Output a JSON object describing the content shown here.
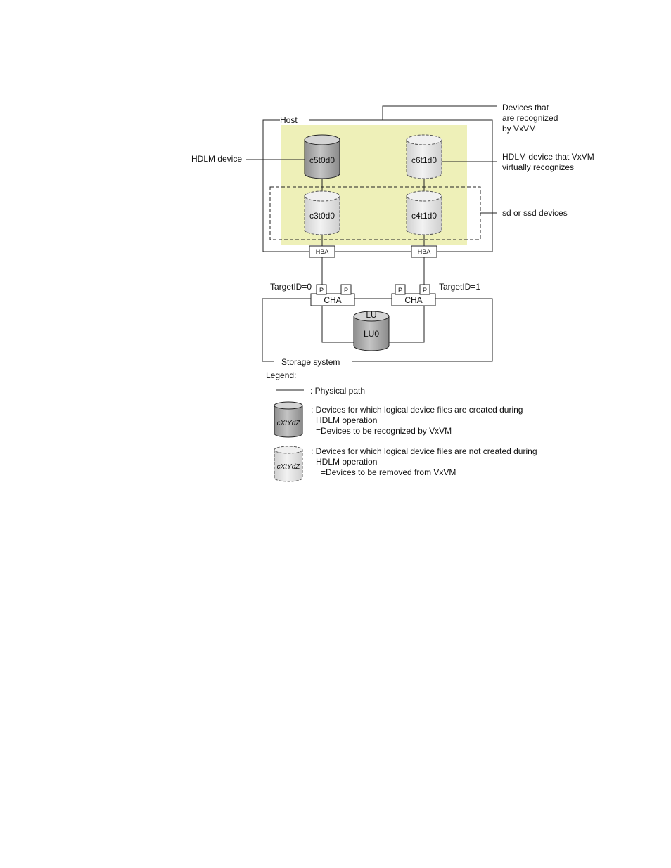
{
  "colors": {
    "highlight_fill": "#eef0b8",
    "solid_disk_fill": "#a8a8a8",
    "solid_disk_top": "#d4d4d4",
    "virtual_disk_fill": "#dcdcdc",
    "virtual_disk_top": "#f0f0f0",
    "line": "#222222"
  },
  "diagram": {
    "host_label": "Host",
    "storage_label": "Storage system",
    "devices_recognized_label": [
      "Devices that",
      "are recognized",
      "by VxVM"
    ],
    "hdlm_device_label": "HDLM device",
    "hdlm_virtual_label": [
      "HDLM device  that VxVM",
      "virtually recognizes"
    ],
    "sd_label": "sd or ssd devices",
    "disks": {
      "c5t0d0": "c5t0d0",
      "c6t1d0": "c6t1d0",
      "c3t0d0": "c3t0d0",
      "c4t1d0": "c4t1d0"
    },
    "hba_label": "HBA",
    "cha_label": "CHA",
    "port_label": "P",
    "target0_label": "TargetID=0",
    "target1_label": "TargetID=1",
    "lu_label": "LU",
    "lu0_label": "LU0"
  },
  "legend": {
    "title": "Legend:",
    "physical_path": ": Physical path",
    "disk_sample": "cXtYdZ",
    "solid_text": [
      ": Devices for which logical device files are created during",
      "HDLM operation",
      "=Devices to be recognized by VxVM"
    ],
    "virtual_text": [
      ": Devices for which logical device files are not created during",
      "HDLM operation",
      "=Devices to be removed from VxVM"
    ]
  }
}
